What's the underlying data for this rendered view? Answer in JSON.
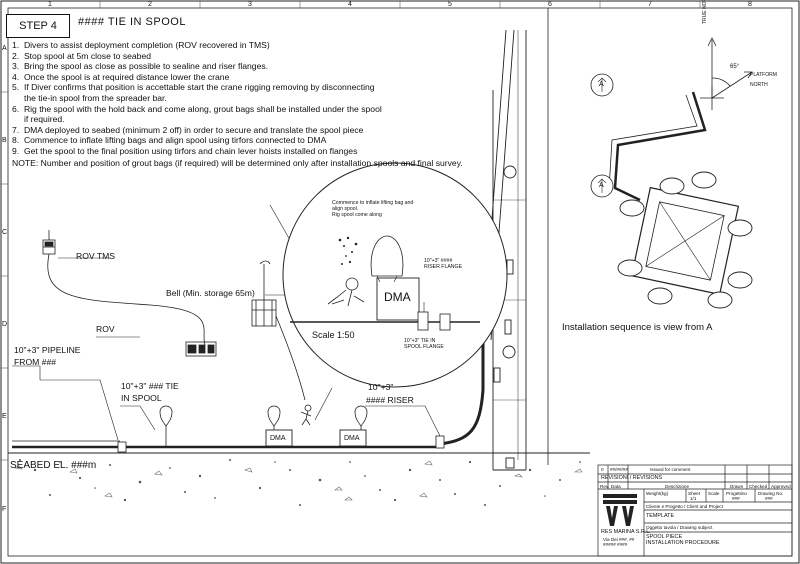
{
  "step": {
    "label": "STEP 4",
    "title": "#### TIE IN SPOOL"
  },
  "instructions": [
    "1.  Divers to assist deployment completion (ROV recovered in TMS)",
    "2.  Stop spool at 5m close to seabed",
    "3.  Bring the spool as close as possible to sealine and riser flanges.",
    "4.  Once the spool is at required distance lower the crane",
    "5.  If Diver confirms that position is accettable start the crane rigging removing by disconnecting",
    "     the tie-in spool from the spreader bar.",
    "6.  Rig the spool with the hold back and come along, grout bags shall be installed under the spool",
    "     if required.",
    "7.  DMA deployed to seabed (minimum 2 off) in order to secure and translate the spool piece",
    "8.  Commence to inflate lifting bags and align spool using tirfors connected to DMA",
    "9.  Get the spool to the final position using tirfors and chain lever hoists installed on flanges"
  ],
  "note": "NOTE:     Number and position of grout bags (if required) will be determined only after installation spools and final survey.",
  "labels": {
    "rov_tms": "ROV TMS",
    "rov": "ROV",
    "pipeline_line1": "10\"+3\" PIPELINE",
    "pipeline_line2": "FROM ###",
    "tie_in_line1": "10\"+3\" ### TIE",
    "tie_in_line2": "IN SPOOL",
    "bell": "Bell (Min. storage 65m)",
    "riser_line1": "10\"+3\"",
    "riser_line2": "#### RISER",
    "seabed": "SEABED EL. ###m",
    "dma1": "DMA",
    "dma2": "DMA",
    "dma_detail": "DMA",
    "scale": "Scale 1:50",
    "detail_note": "Commence to inflate lifting bag and\nalign spool.\nRig spool come along",
    "riser_flange": "10\"+3\" ####\nRISER FLANGE",
    "spool_flange": "10\"+3\" TIE IN\nSPOOL FLANGE",
    "view_caption": "Installation sequence is view from A",
    "view_a1": "A",
    "view_a2": "A",
    "true_north": "TRUE NORTH",
    "platform_north": "PLATFORM NORTH",
    "angle": "65°"
  },
  "grid": {
    "left_letters": [
      "A",
      "B",
      "C",
      "D",
      "E",
      "F"
    ],
    "top_numbers": [
      "1",
      "2",
      "3",
      "4",
      "5",
      "6",
      "7",
      "8"
    ]
  },
  "title_block": {
    "rev_no": "0",
    "rev_date": "##/##/##",
    "rev_desc": "Issued for comment",
    "revisions_header": "REVISIONI / REVISIONS",
    "col_rev": "Rev.",
    "col_date": "Data",
    "col_desc": "Descrizione",
    "col_drawn": "Drawn",
    "col_checked": "Checked",
    "col_approved": "Approved",
    "weight_h": "Weight(kg)",
    "sheet_h": "Sheet",
    "scale_h": "Scale",
    "project_h": "Progettino",
    "drawing_h": "Drawing No.",
    "sheet_v": "1/1",
    "project_v": "###",
    "drawing_v": "###",
    "client_h": "Cliente e Progetto / Client and Project",
    "client_v": "TEMPLATE",
    "subject_h": "Oggetto tavola / Drawing subject",
    "subject_v1": "SPOOL PIECE",
    "subject_v2": "INSTALLATION PROCEDURE",
    "company": "RES MARINA S.R.L.",
    "company_addr": "Via Dei ###, ##\n##### ####"
  }
}
